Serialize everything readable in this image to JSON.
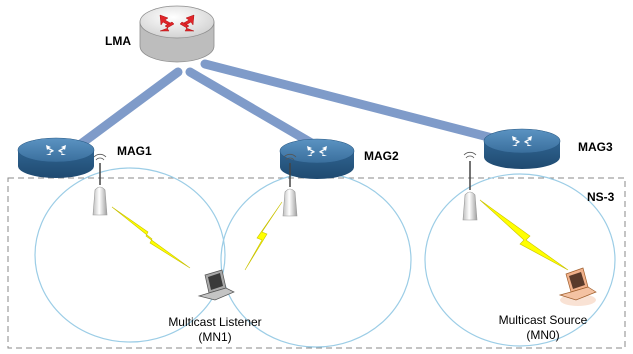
{
  "nodes": {
    "lma": {
      "label": "LMA"
    },
    "mag1": {
      "label": "MAG1"
    },
    "mag2": {
      "label": "MAG2"
    },
    "mag3": {
      "label": "MAG3"
    }
  },
  "region": {
    "label": "NS-3"
  },
  "hosts": {
    "mn1": {
      "name": "Multicast Listener",
      "id": "(MN1)"
    },
    "mn0": {
      "name": "Multicast Source",
      "id": "(MN0)"
    }
  },
  "colors": {
    "link": "#7f9bc9",
    "router_top": "#3f79a8",
    "router_side": "#2f5f88",
    "lma_body": "#ececec",
    "arrow_red": "#e0252a",
    "arrow_white": "#ffffff",
    "coverage_circle": "#9ccde6",
    "lightning": "#ffff00",
    "laptop_mn1": "#a8a8a8",
    "laptop_mn0": "#f0b08a",
    "region_border": "#8a8a8a"
  }
}
